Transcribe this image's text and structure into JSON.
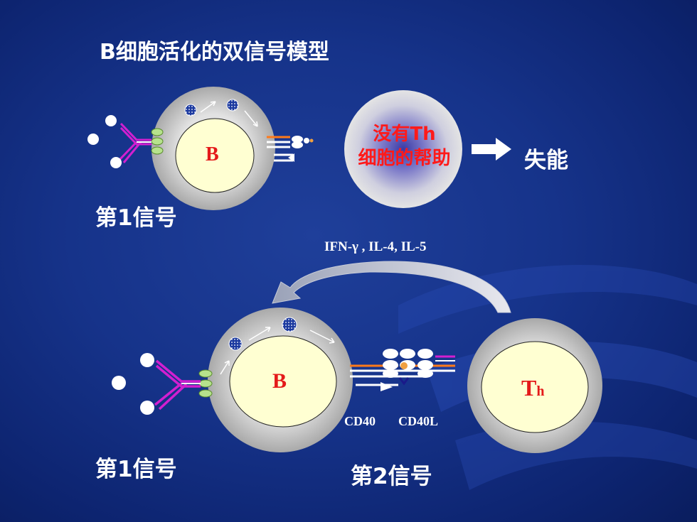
{
  "slide": {
    "title": "B细胞活化的双信号模型",
    "panel1": {
      "b_label": "B",
      "no_th_line1": "没有Th",
      "no_th_line2": "细胞的帮助",
      "result": "失能",
      "signal_label": "第1信号"
    },
    "panel2": {
      "cytokines": "IFN-γ , IL-4,  IL-5",
      "b_label": "B",
      "th_label": "T",
      "th_sub": "h",
      "cd40": "CD40",
      "cd40l": "CD40L",
      "signal1_label": "第1信号",
      "signal2_label": "第2信号"
    }
  },
  "colors": {
    "background": "#16338a",
    "title_text": "#ffffff",
    "no_help_text": "#ff1a1a",
    "cell_label": "#e41a1a",
    "antibody": "#d21fd0",
    "cytoplasm": "#d6d6d6",
    "nucleus": "#ffffd2"
  }
}
